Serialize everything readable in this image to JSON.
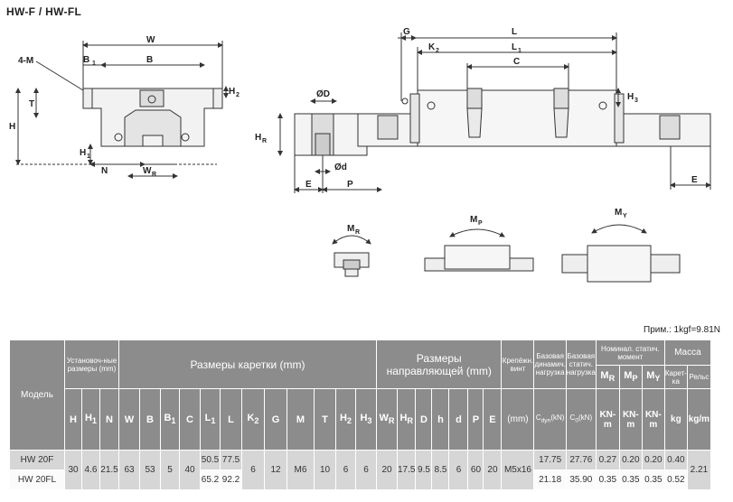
{
  "title": "HW-F / HW-FL",
  "drawing_labels": {
    "W": "W",
    "B1": "B",
    "B": "B",
    "M4": "4-M",
    "H2": "H",
    "T": "T",
    "H": "H",
    "H1": "H",
    "N": "N",
    "WR": "W",
    "D": "ØD",
    "d": "Ød",
    "HR": "H",
    "E": "E",
    "P": "P",
    "G": "G",
    "L": "L",
    "K2": "K",
    "L1": "L",
    "C": "C",
    "H3": "H",
    "E2": "E",
    "MR": "M",
    "MP": "M",
    "MY": "M",
    "sub_1": "1",
    "sub_2": "2",
    "sub_3": "3",
    "sub_R": "R",
    "sub_P": "P",
    "sub_Y": "Y"
  },
  "note": "Прим.: 1kgf=9.81N",
  "table": {
    "col_model": "Модель",
    "col_mount": "Установоч-ные размеры (mm)",
    "col_block": "Размеры каретки (mm)",
    "col_rail": "Размеры направляющей (mm)",
    "col_bolt": "Крепёжн. винт",
    "col_dyn": "Базовая динамич. нагрузка",
    "col_stat": "Базовая статич. нагрузка",
    "col_moment": "Номинал. статич. момент",
    "col_mass": "Масса",
    "sym_H": "H",
    "sym_H1": "H",
    "sym_N": "N",
    "sym_W": "W",
    "sym_B": "B",
    "sym_B1": "B",
    "sym_C": "C",
    "sym_L1": "L",
    "sym_L": "L",
    "sym_K2": "K",
    "sym_G": "G",
    "sym_M": "M",
    "sym_T": "T",
    "sym_H2": "H",
    "sym_H3": "H",
    "sym_WR": "W",
    "sym_HR": "H",
    "sym_D": "D",
    "sym_h": "h",
    "sym_d": "d",
    "sym_P": "P",
    "sym_E": "E",
    "sub_1": "1",
    "sub_2": "2",
    "sub_3": "3",
    "sub_R": "R",
    "sub_P": "P",
    "sub_Y": "Y",
    "bolt_unit": "(mm)",
    "cdyn": "C",
    "cdyn_sub": "dyn",
    "c0": "C",
    "c0_sub": "0",
    "kn": "(kN)",
    "mom_MR": "M",
    "mom_MP": "M",
    "mom_MY": "M",
    "unit_knm": "KN-m",
    "mass_block": "Карет-ка",
    "mass_rail": "Рельс",
    "unit_kg": "kg",
    "unit_kgm": "kg/m",
    "rows": [
      {
        "model": "HW 20F",
        "H": "30",
        "H1": "4.6",
        "N": "21.5",
        "W": "63",
        "B": "53",
        "B1": "5",
        "C": "40",
        "L1": "50.5",
        "L": "77.5",
        "K2": "6",
        "G": "12",
        "M": "M6",
        "T": "10",
        "H2": "6",
        "H3": "6",
        "WR": "20",
        "HR": "17.5",
        "D": "9.5",
        "h": "8.5",
        "d": "6",
        "P": "60",
        "E": "20",
        "bolt": "M5x16",
        "Cdyn": "17.75",
        "C0": "27.76",
        "MR": "0.27",
        "MP": "0.20",
        "MY": "0.20",
        "kg": "0.40",
        "kgm": "2.21"
      },
      {
        "model": "HW 20FL",
        "L1": "65.2",
        "L": "92.2",
        "Cdyn": "21.18",
        "C0": "35.90",
        "MR": "0.35",
        "MP": "0.35",
        "MY": "0.35",
        "kg": "0.52"
      }
    ]
  }
}
